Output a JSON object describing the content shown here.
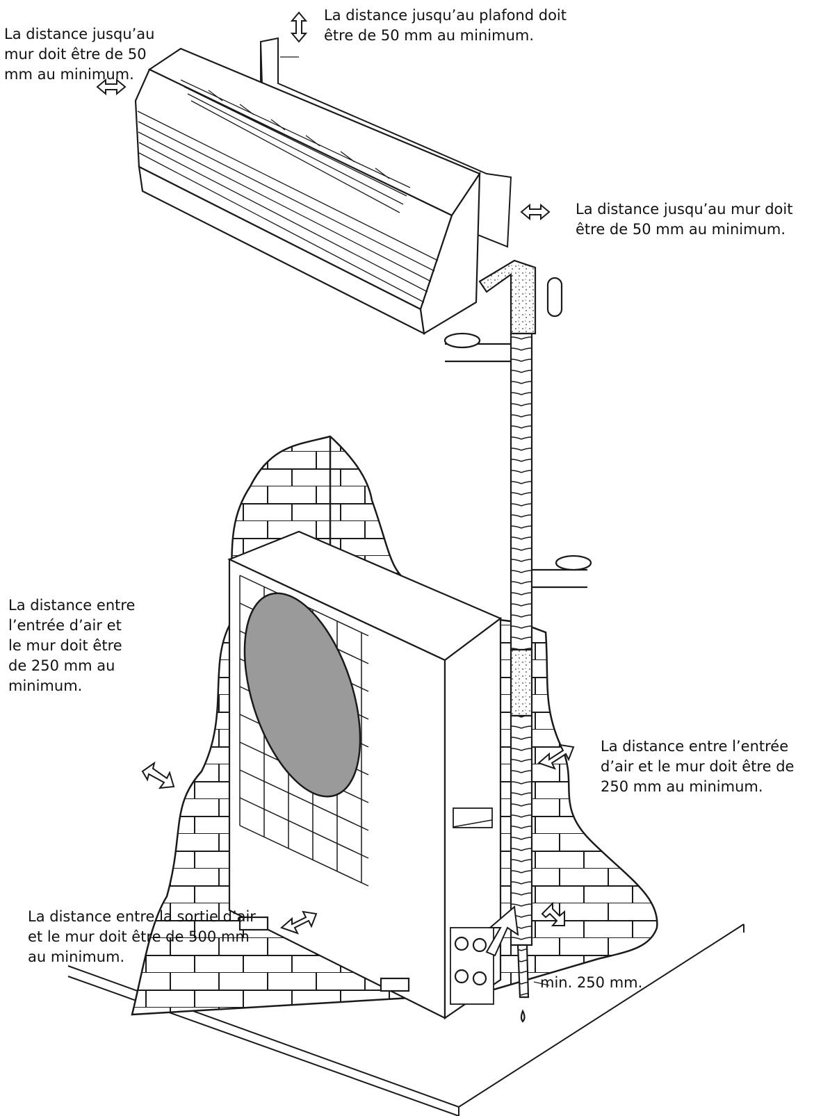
{
  "labels": {
    "ceiling": [
      "La distance jusqu’au plafond doit",
      "être de 50 mm au minimum."
    ],
    "wall_left": [
      "La distance jusqu’au",
      "mur doit être de 50",
      "mm au minimum."
    ],
    "wall_right": [
      "La distance jusqu’au mur doit",
      "être de 50 mm au minimum."
    ],
    "inlet_left": [
      "La distance entre",
      "l’entrée d’air et",
      "le mur doit être",
      "de 250 mm au",
      "minimum."
    ],
    "inlet_right": [
      "La distance entre l’entrée",
      "d’air et le mur doit être de",
      "250 mm au minimum."
    ],
    "outlet": [
      "La distance entre la sortie d’air",
      "et le mur doit être de 500 mm",
      "au minimum."
    ],
    "drain_min": "min. 250 mm."
  },
  "colors": {
    "line": "#1a1a1a",
    "fan_fill": "#9a9a9a",
    "background": "#ffffff"
  }
}
